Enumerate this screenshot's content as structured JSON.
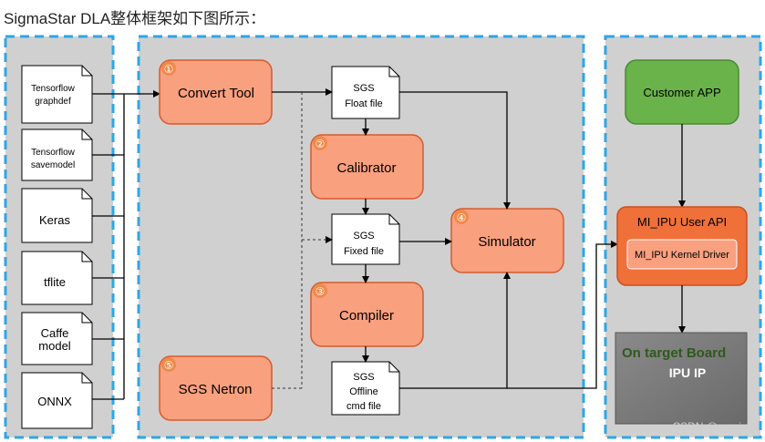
{
  "title": "SigmaStar DLA整体框架如下图所示：",
  "inputs": [
    "Tensorflow graphdef",
    "Tensorflow savemodel",
    "Keras",
    "tflite",
    "Caffe model",
    "ONNX"
  ],
  "tools": {
    "convert": {
      "num": "①",
      "label": "Convert Tool"
    },
    "calibrator": {
      "num": "②",
      "label": "Calibrator"
    },
    "compiler": {
      "num": "③",
      "label": "Compiler"
    },
    "simulator": {
      "num": "④",
      "label": "Simulator"
    },
    "netron": {
      "num": "⑤",
      "label": "SGS Netron"
    }
  },
  "files": {
    "float": [
      "SGS",
      "Float file"
    ],
    "fixed": [
      "SGS",
      "Fixed file"
    ],
    "offline": [
      "SGS",
      "Offline",
      "cmd file"
    ]
  },
  "target": {
    "customer_app": "Customer APP",
    "user_api": "MI_IPU User API",
    "kernel_driver": "MI_IPU Kernel Driver",
    "board_line1": "On target Board",
    "board_line2": "IPU IP"
  },
  "watermark": "CSDN @magic_ll",
  "colors": {
    "panel": "#d0d0d0",
    "dash": "#2ea6e6",
    "orange": "#f9a07f",
    "orange_border": "#d65a2c",
    "green": "#6ab24a",
    "board": "#7d7d7d"
  }
}
